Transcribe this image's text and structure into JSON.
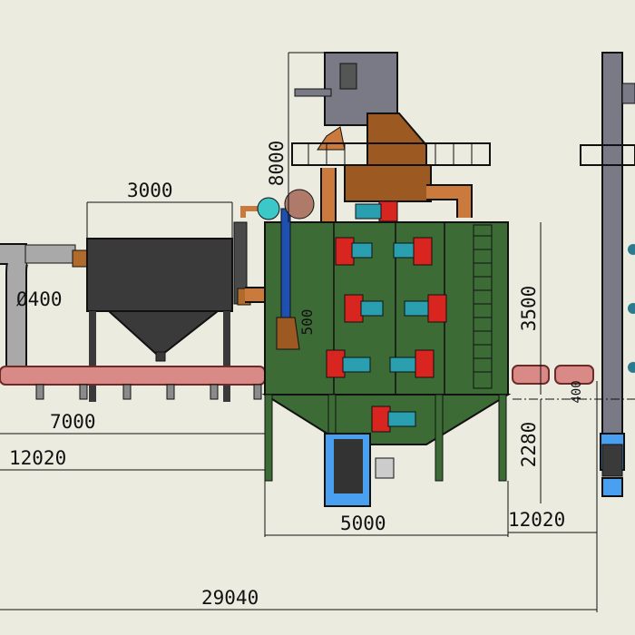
{
  "drawing": {
    "dimensions": {
      "dust_collector_width": "3000",
      "duct_diameter": "Ø400",
      "conveyor_length": "7000",
      "left_overall": "12020",
      "machine_width": "5000",
      "right_overall": "12020",
      "total_length": "29040",
      "chamber_height": "3500",
      "base_height": "2280",
      "overall_height": "8000",
      "pipe_offset": "500",
      "rail_height": "400"
    },
    "colors": {
      "chamber": "#3c6b35",
      "hopper_bronze": "#9c5a22",
      "pipe_copper": "#c97a3c",
      "conveyor_rail": "#d98a86",
      "dust_collector": "#3a3a3a",
      "steel_gray": "#7a7a86",
      "blue_pipe": "#1f4fb0",
      "light_blue": "#4aa0f0",
      "turbine_red": "#d8251f",
      "motor_teal": "#2a9fb0"
    }
  }
}
